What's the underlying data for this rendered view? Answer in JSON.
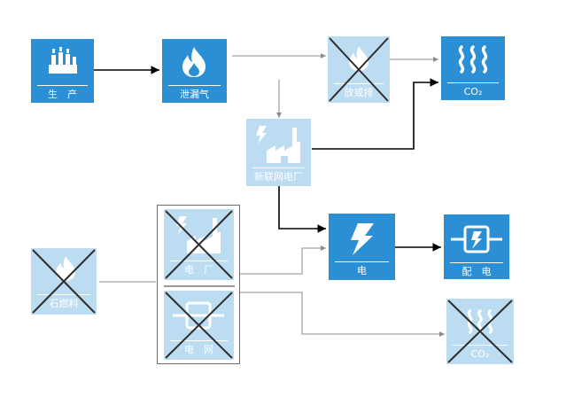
{
  "nodes": {
    "production": {
      "label": "生　产",
      "icon": "factory-icon",
      "state": "active"
    },
    "leakage": {
      "label": "泄漏气",
      "icon": "flame-icon",
      "state": "active"
    },
    "venting": {
      "label": "放或排",
      "icon": "flame-icon",
      "state": "crossed"
    },
    "co2_top": {
      "label": "CO₂",
      "icon": "emission-waves-icon",
      "state": "active"
    },
    "new_plant": {
      "label": "新联网电厂",
      "icon": "power-plant-icon",
      "state": "faded"
    },
    "fossil": {
      "label": "石燃料",
      "icon": "flame-icon",
      "state": "crossed"
    },
    "old_plant": {
      "label": "电　厂",
      "icon": "power-plant-icon",
      "state": "crossed"
    },
    "grid": {
      "label": "电　网",
      "icon": "grid-icon",
      "state": "crossed"
    },
    "electricity": {
      "label": "电",
      "icon": "lightning-icon",
      "state": "active"
    },
    "distribution": {
      "label": "配　电",
      "icon": "distribution-icon",
      "state": "active"
    },
    "co2_bottom": {
      "label": "CO₂",
      "icon": "emission-waves-icon",
      "state": "crossed"
    }
  },
  "colors": {
    "active": "#2a8fd4",
    "faded": "#bcdcf2",
    "cross": "#2d2d2d",
    "arrow_primary": "#000000",
    "arrow_secondary": "#8c8c8c"
  }
}
